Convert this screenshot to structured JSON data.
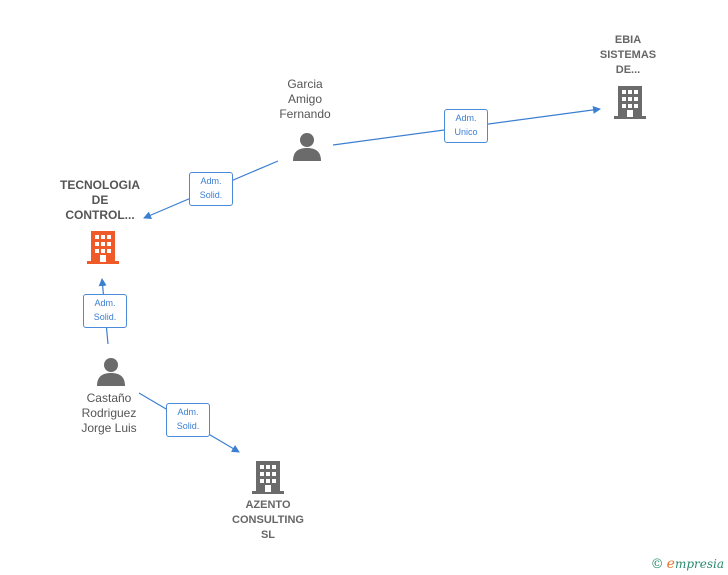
{
  "nodes": {
    "ebia": {
      "label": "EBIA\nSISTEMAS\nDE..."
    },
    "tecnologia": {
      "label": "TECNOLOGIA\nDE\nCONTROL..."
    },
    "azento": {
      "label": "AZENTO\nCONSULTING\nSL"
    },
    "garcia": {
      "label": "Garcia\nAmigo\nFernando"
    },
    "castano": {
      "label": "Castaño\nRodriguez\nJorge Luis"
    }
  },
  "edges": {
    "garcia_ebia": {
      "label": "Adm.\nUnico"
    },
    "garcia_tecnologia": {
      "label": "Adm.\nSolid."
    },
    "castano_tecnologia": {
      "label": "Adm.\nSolid."
    },
    "castano_azento": {
      "label": "Adm.\nSolid."
    }
  },
  "colors": {
    "edge": "#3b7fd1",
    "company": "#6b6b6b",
    "company_focus": "#f05a28",
    "person": "#6b6b6b"
  },
  "brand": {
    "copyright": "©",
    "name_first": "e",
    "name_rest": "mpresia"
  }
}
